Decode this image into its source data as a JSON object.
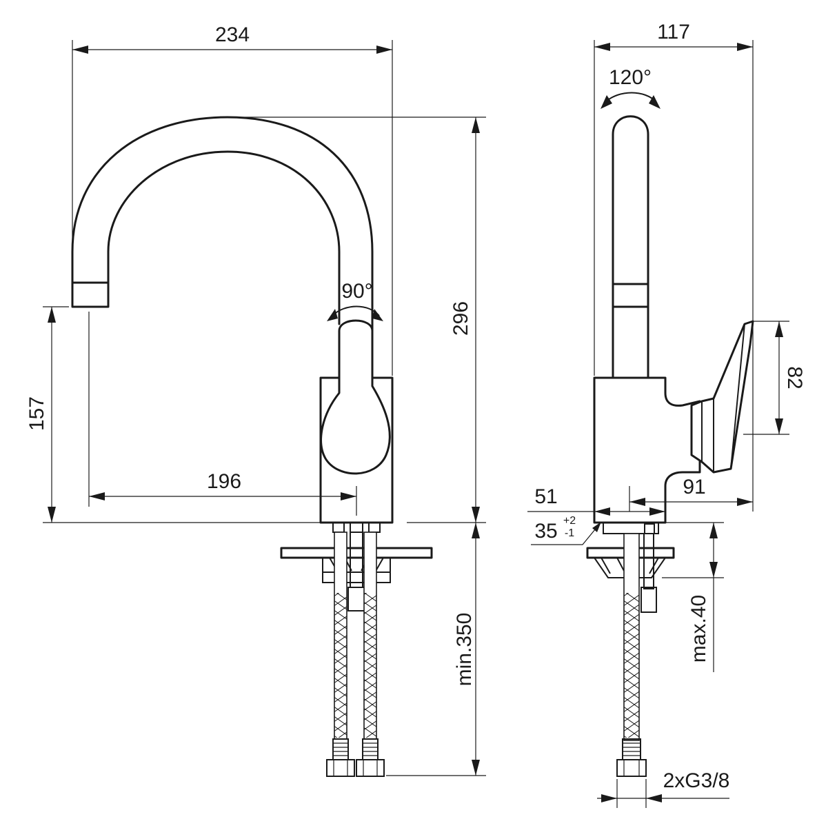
{
  "front_view": {
    "width_234": "234",
    "height_296": "296",
    "height_157": "157",
    "reach_196": "196",
    "swivel_90": "90°",
    "hose_min_350": "min.350"
  },
  "side_view": {
    "width_117": "117",
    "swivel_120": "120°",
    "lever_82": "82",
    "dim_51": "51",
    "dim_91": "91",
    "hole_35": "35",
    "tol_plus": "+2",
    "tol_minus": "-1",
    "max_40": "max.40",
    "thread_2xG38": "2xG3/8"
  }
}
